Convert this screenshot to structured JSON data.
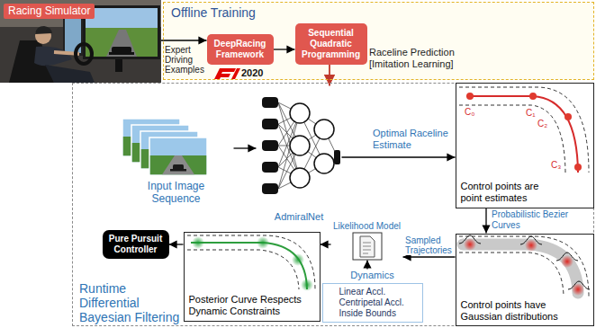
{
  "diagram": {
    "nodes": [
      {
        "text": [
          "Offline Training"
        ]
      },
      {
        "text": [
          "Racing Simulator"
        ]
      },
      {
        "text": [
          "DeepRacing Framework"
        ],
        "in": 0
      },
      {
        "text": [
          "Sequential Quadratic Programming"
        ],
        "in": 0
      },
      {
        "text": [
          "Runtime Differential Bayesian Filtering"
        ]
      },
      {
        "text": [
          "Input Image Sequence"
        ],
        "in": 4
      },
      {
        "text": [
          "AdmiralNet"
        ],
        "in": 4
      },
      {
        "text": [
          "Control points are point estimates"
        ],
        "in": 4
      },
      {
        "text": [
          "Control points have Gaussian distributions"
        ],
        "in": 4
      },
      {
        "text": [
          "Likelihood Model"
        ],
        "in": 4
      },
      {
        "text": [
          "Dynamics",
          "Linear Accl.",
          "Centripetal Accl.",
          "Inside Bounds"
        ],
        "in": 4
      },
      {
        "text": [
          "Posterior Curve Respects Dynamic Constraints"
        ],
        "in": 4
      },
      {
        "text": [
          "Pure Pursuit Controller"
        ],
        "in": 4
      }
    ],
    "edges": [
      {
        "from": 1,
        "to": 2,
        "arrow": "to",
        "label": "Expert Driving Examples"
      },
      {
        "from": 2,
        "to": 3,
        "arrow": "to"
      },
      {
        "from": 3,
        "to": 6,
        "arrow": "to",
        "label": "Raceline Prediction [Imitation Learning]"
      },
      {
        "from": 5,
        "to": 6,
        "arrow": "to"
      },
      {
        "from": 6,
        "to": 7,
        "arrow": "to",
        "label": "Optimal Raceline Estimate"
      },
      {
        "from": 7,
        "to": 8,
        "arrow": "to",
        "label": "Probabilistic Bezier Curves"
      },
      {
        "from": 8,
        "to": 9,
        "arrow": "to",
        "label": "Sampled Trajectories"
      },
      {
        "from": 10,
        "to": 9,
        "arrow": "to"
      },
      {
        "from": 9,
        "to": 11,
        "arrow": "to"
      },
      {
        "from": 11,
        "to": 12,
        "arrow": "to"
      }
    ],
    "labels": [
      "2020",
      "C₀",
      "C₁",
      "C₂",
      "C₃"
    ]
  }
}
